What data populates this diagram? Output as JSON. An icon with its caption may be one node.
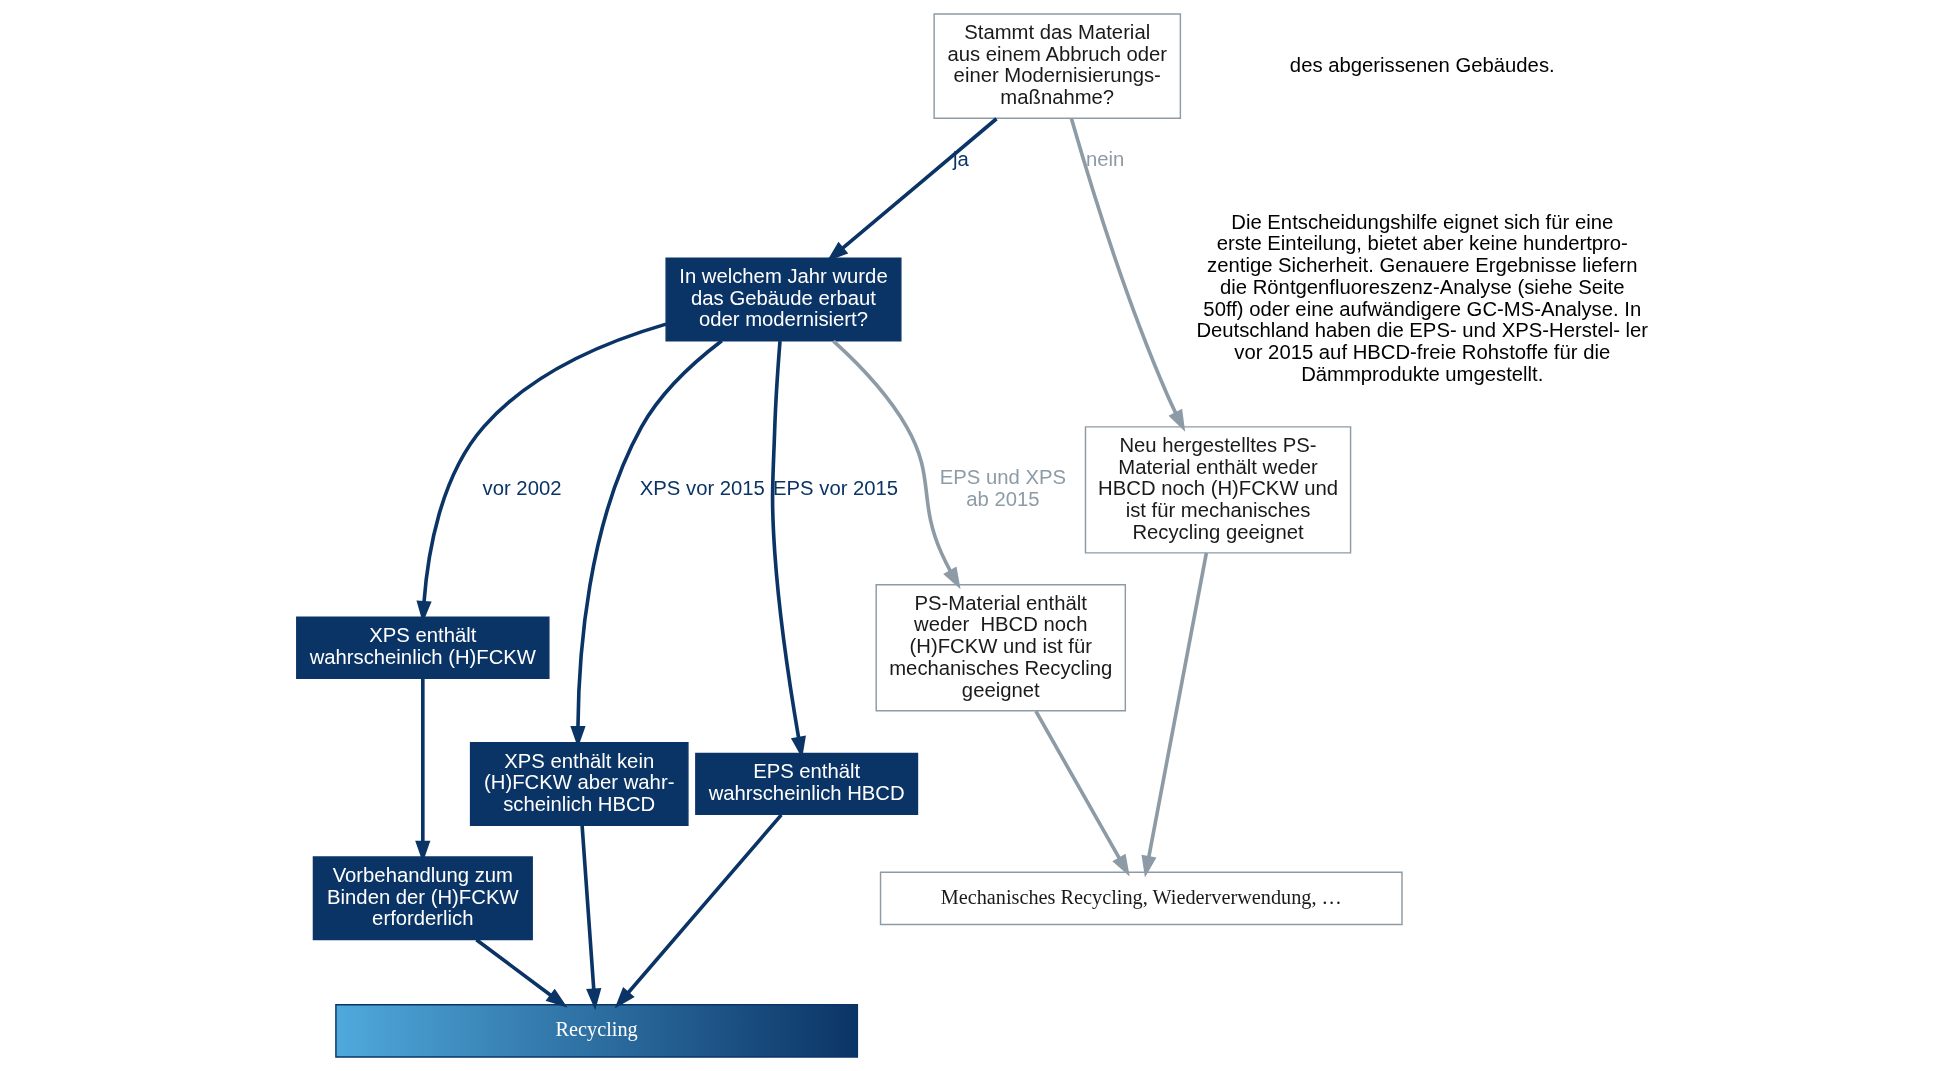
{
  "diagram": {
    "nodes": [
      {
        "text": [
          "Stammt das Material aus einem Abbruch oder einer Modernisierungs- maßnahme?"
        ]
      },
      {
        "text": [
          "In welchem Jahr wurde das Gebäude erbaut oder modernisiert?"
        ]
      },
      {
        "text": [
          "PS-Material enthält weder  HBCD noch (H)FCKW und ist für mechanisches Recycling geeignet"
        ]
      },
      {
        "text": [
          "Neu hergestelltes PS-Material enthält weder  HBCD noch (H)FCKW und ist für mechanisches Recycling geeignet"
        ]
      },
      {
        "text": [
          "XPS enthält wahrscheinlich (H)FCKW"
        ]
      },
      {
        "text": [
          "XPS enthält kein (H)FCKW aber wahr- scheinlich HBCD"
        ]
      },
      {
        "text": [
          "EPS enthält wahrscheinlich HBCD"
        ]
      },
      {
        "text": [
          "Vorbehandlung zum Binden der (H)FCKW erforderlich"
        ]
      },
      {
        "text": [
          "Recycling"
        ]
      },
      {
        "text": [
          "Mechanisches Recycling, Wiederverwendung, …"
        ]
      }
    ],
    "edges": [
      {
        "from": 0,
        "to": 1,
        "arrow": "to",
        "label": "ja"
      },
      {
        "from": 0,
        "to": 3,
        "arrow": "to",
        "label": "nein",
        "color": "#8d9ba6"
      },
      {
        "from": 1,
        "to": 2,
        "arrow": "to",
        "label": "EPS und XPS ab 2015",
        "color": "#8d9ba6"
      },
      {
        "from": 1,
        "to": 4,
        "arrow": "to",
        "label": "vor 2002"
      },
      {
        "from": 1,
        "to": 5,
        "arrow": "to",
        "label": "XPS vor 2015"
      },
      {
        "from": 1,
        "to": 6,
        "arrow": "to",
        "label": "EPS vor 2015"
      },
      {
        "from": 4,
        "to": 7,
        "arrow": "to"
      },
      {
        "from": 7,
        "to": 8,
        "arrow": "to"
      },
      {
        "from": 5,
        "to": 8,
        "arrow": "to"
      },
      {
        "from": 6,
        "to": 8,
        "arrow": "to"
      },
      {
        "from": 2,
        "to": 9,
        "arrow": "to",
        "color": "#8d9ba6"
      },
      {
        "from": 3,
        "to": 9,
        "arrow": "to",
        "color": "#8d9ba6"
      }
    ],
    "labels": [
      "des abgerissenen Gebäudes.",
      "Die Entscheidungshilfe eignet sich für eine erste Einteilung, bietet aber keine hundertpro- zentige Sicherheit. Genauere Ergebnisse liefern die Röntgenfluoreszenz-Analyse (siehe Seite 50ff) oder eine aufwändigere GC-MS-Analyse. In Deutschland haben die EPS- und XPS-Herstel- ler vor 2015 auf HBCD-freie Rohstoffe für die Dämmprodukte umgestellt."
    ]
  }
}
